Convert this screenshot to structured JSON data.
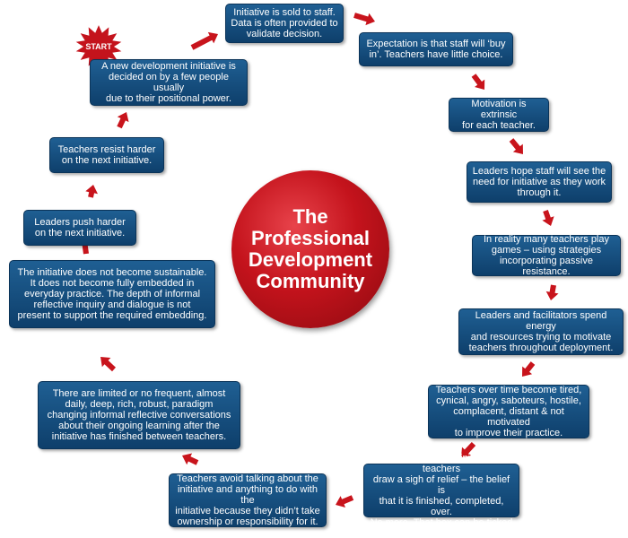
{
  "center": {
    "title": "The\nProfessional\nDevelopment\nCommunity"
  },
  "start_label": "START",
  "steps": [
    "A new development initiative is\ndecided on by a few people usually\ndue to their positional power.",
    "Initiative is sold to staff.\nData is often provided to\nvalidate decision.",
    "Expectation is that staff will ‘buy\nin’. Teachers have little choice.",
    "Motivation is extrinsic\nfor each teacher.",
    "Leaders hope staff will see the\nneed for initiative as they work\nthrough it.",
    "In reality many teachers play\ngames – using strategies\nincorporating passive resistance.",
    "Leaders and facilitators spend energy\nand resources trying to motivate\nteachers throughout deployment.",
    "Teachers over time become tired,\ncynical, angry, saboteurs, hostile,\ncomplacent, distant & not motivated\nto improve their practice.",
    "At completion of initiative teachers\ndraw a sigh of relief – the belief is\nthat it is finished, completed, over.\nNo more. That box can be ticked",
    "Teachers avoid talking about the\ninitiative and anything to do with the\ninitiative because they didn’t take\nownership or responsibility for it.",
    "There are limited or no frequent, almost\ndaily, deep, rich, robust, paradigm\nchanging informal reflective conversations\nabout their ongoing learning after the\ninitiative has finished between teachers.",
    "The initiative does not become sustainable.\nIt does not become fully embedded in\neveryday practice. The depth of informal\nreflective inquiry and dialogue is not\npresent to support the required embedding.",
    "Leaders push harder\non the next initiative.",
    "Teachers resist harder\non the next initiative."
  ],
  "colors": {
    "box": "#134a7c",
    "arrow": "#c8141c",
    "circle": "#c4131c"
  }
}
